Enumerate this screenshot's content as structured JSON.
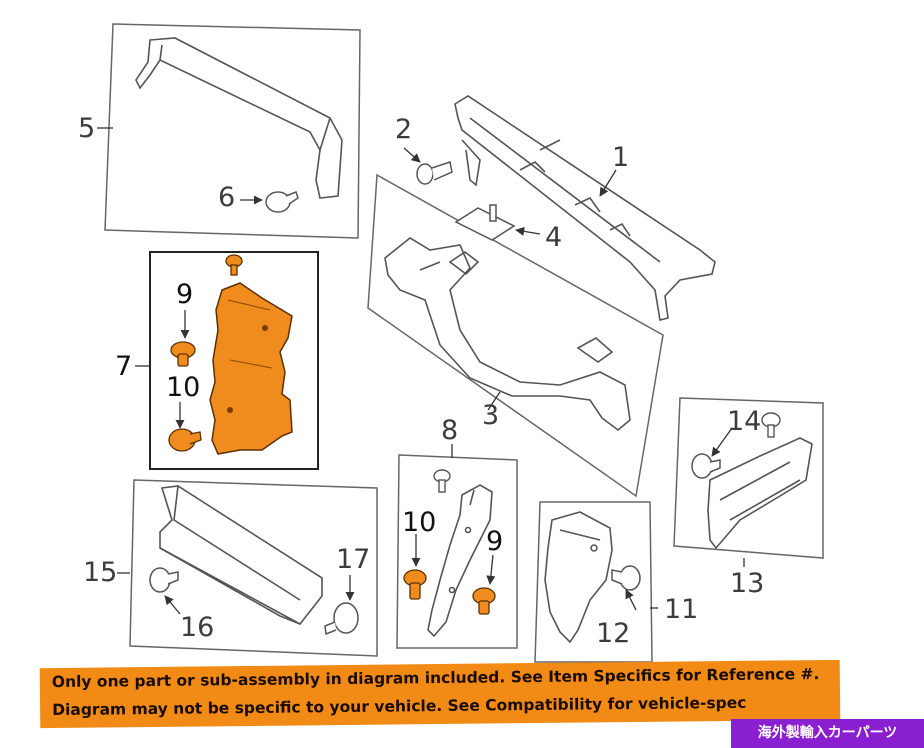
{
  "diagram": {
    "callouts": [
      "1",
      "2",
      "3",
      "4",
      "5",
      "6",
      "7",
      "8",
      "9",
      "10",
      "11",
      "12",
      "13",
      "14",
      "15",
      "16",
      "17"
    ],
    "highlight_color": "#f08c1e",
    "line_color": "#555555",
    "box_border_color": "#666666"
  },
  "banner": {
    "line1": "Only one part or sub-assembly in diagram included. See Item Specifics for Reference #.",
    "line2": "Diagram may not be specific to your vehicle. See Compatibility for vehicle-spec",
    "color": "#f28a16"
  },
  "watermark": {
    "text": "海外製輸入カーパーツ",
    "color": "#8a1fd0"
  }
}
